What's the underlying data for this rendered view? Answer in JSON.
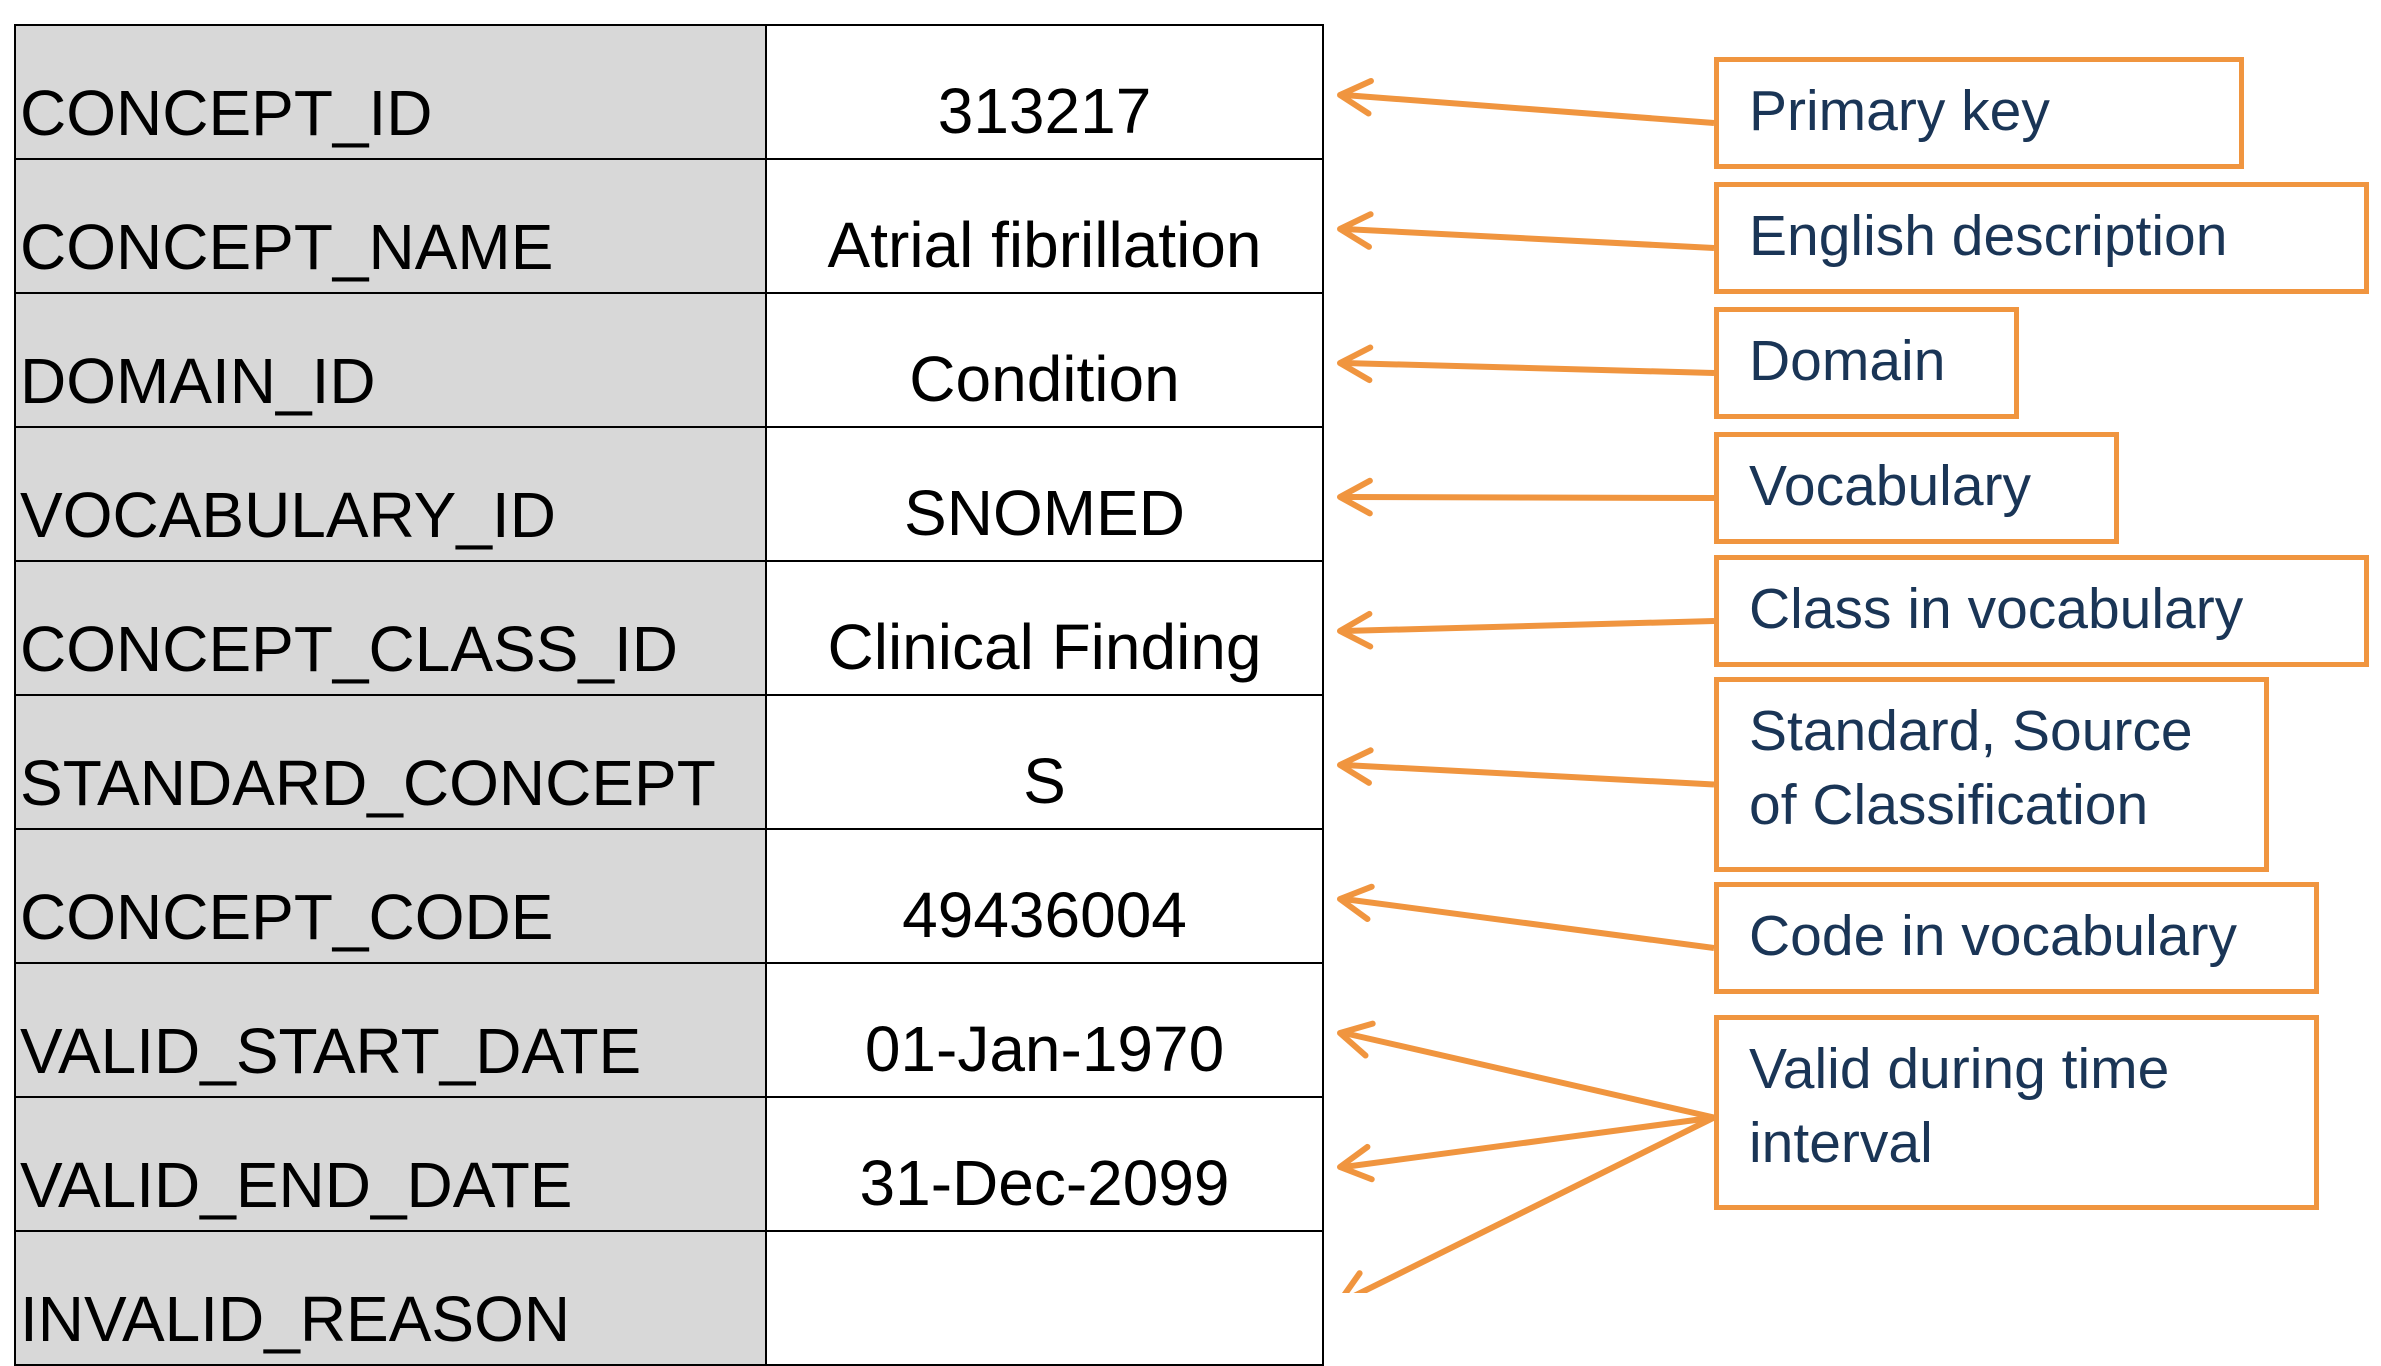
{
  "rows": [
    {
      "field": "CONCEPT_ID",
      "value": "313217"
    },
    {
      "field": "CONCEPT_NAME",
      "value": "Atrial fibrillation"
    },
    {
      "field": "DOMAIN_ID",
      "value": "Condition"
    },
    {
      "field": "VOCABULARY_ID",
      "value": "SNOMED"
    },
    {
      "field": "CONCEPT_CLASS_ID",
      "value": "Clinical Finding"
    },
    {
      "field": "STANDARD_CONCEPT",
      "value": "S"
    },
    {
      "field": "CONCEPT_CODE",
      "value": "49436004"
    },
    {
      "field": "VALID_START_DATE",
      "value": "01-Jan-1970"
    },
    {
      "field": "VALID_END_DATE",
      "value": "31-Dec-2099"
    },
    {
      "field": "INVALID_REASON",
      "value": ""
    }
  ],
  "annotations": [
    {
      "text": "Primary key",
      "targets": [
        0
      ]
    },
    {
      "text": "English description",
      "targets": [
        1
      ]
    },
    {
      "text": "Domain",
      "targets": [
        2
      ]
    },
    {
      "text": "Vocabulary",
      "targets": [
        3
      ]
    },
    {
      "text": "Class in vocabulary",
      "targets": [
        4
      ]
    },
    {
      "text": "Standard, Source\nof Classification",
      "targets": [
        5
      ]
    },
    {
      "text": "Code in vocabulary",
      "targets": [
        6
      ]
    },
    {
      "text": "Valid during time\ninterval",
      "targets": [
        7,
        8,
        9
      ]
    }
  ],
  "colors": {
    "callout_border": "#f0953f",
    "arrow": "#f0953f",
    "callout_text": "#1a3556",
    "field_cell_bg": "#d8d8d8"
  }
}
